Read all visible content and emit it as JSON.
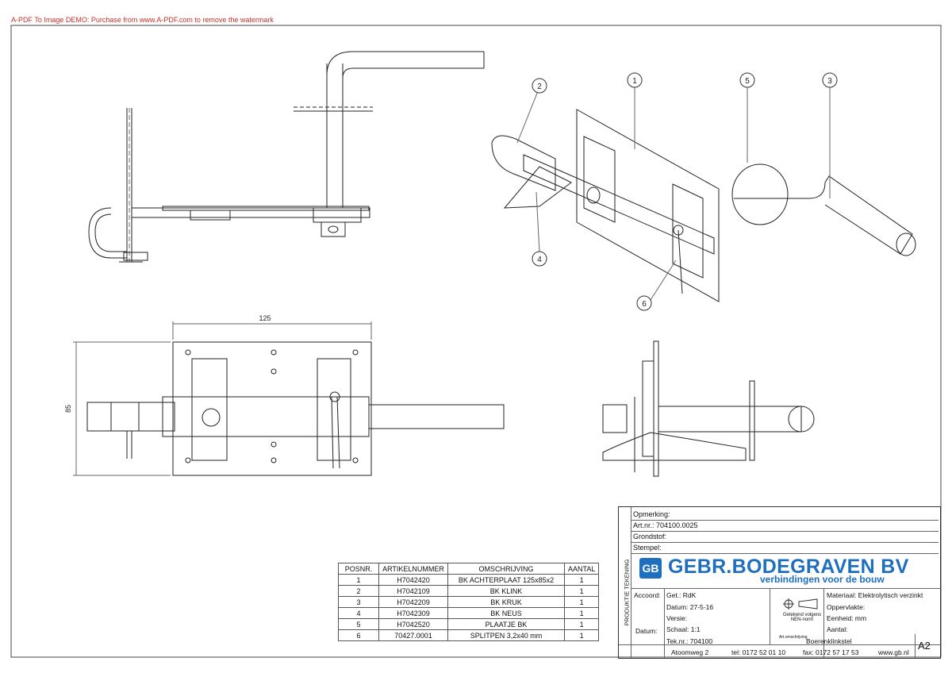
{
  "watermark": "A-PDF To Image DEMO: Purchase from www.A-PDF.com to remove the watermark",
  "dimensions": {
    "width_label": "125",
    "height_label": "85"
  },
  "balloons": [
    "1",
    "2",
    "3",
    "4",
    "5",
    "6"
  ],
  "parts_table": {
    "headers": [
      "POSNR.",
      "ARTIKELNUMMER",
      "OMSCHRIJVING",
      "AANTAL"
    ],
    "rows": [
      [
        "1",
        "H7042420",
        "BK ACHTERPLAAT 125x85x2",
        "1"
      ],
      [
        "2",
        "H7042109",
        "BK KLINK",
        "1"
      ],
      [
        "3",
        "H7042209",
        "BK KRUK",
        "1"
      ],
      [
        "4",
        "H7042309",
        "BK NEUS",
        "1"
      ],
      [
        "5",
        "H7042520",
        "PLAATJE BK",
        "1"
      ],
      [
        "6",
        "70427.0001",
        "SPLITPEN 3,2x40 mm",
        "1"
      ]
    ]
  },
  "title_block": {
    "opmerking": "Opmerking:",
    "artnr": "Art.nr.:  704100.0025",
    "grondstof": "Grondstof:",
    "stempel": "Stempel:",
    "vertical_label": "PRODUKTIE TEKENING",
    "logo_text": "GB",
    "company": "GEBR.BODEGRAVEN BV",
    "tagline": "verbindingen voor de bouw",
    "accoord": "Accoord:",
    "get": "Get.: RdK",
    "datum1": "Datum: 27-5-16",
    "versie": "Versie:",
    "datum_label": "Datum:",
    "schaal": "Schaal: 1:1",
    "teknr": "Tek.nr.: 704100",
    "getekend": "Getekend volgens NEN-norm",
    "materiaal": "Materiaal: Elektrolytisch verzinkt",
    "oppervlakte": "Oppervlakte:",
    "eenheid": "Eenheid: mm",
    "aantal": "Aantal:",
    "artomschrijving_label": "Art.omschrijving",
    "artomschrijving": "Boerenklinkstel",
    "address": "Atoomweg 2",
    "tel": "tel: 0172 52 01 10",
    "fax": "fax: 0172 57 17 53",
    "web": "www.gb.nl",
    "size": "A2"
  }
}
